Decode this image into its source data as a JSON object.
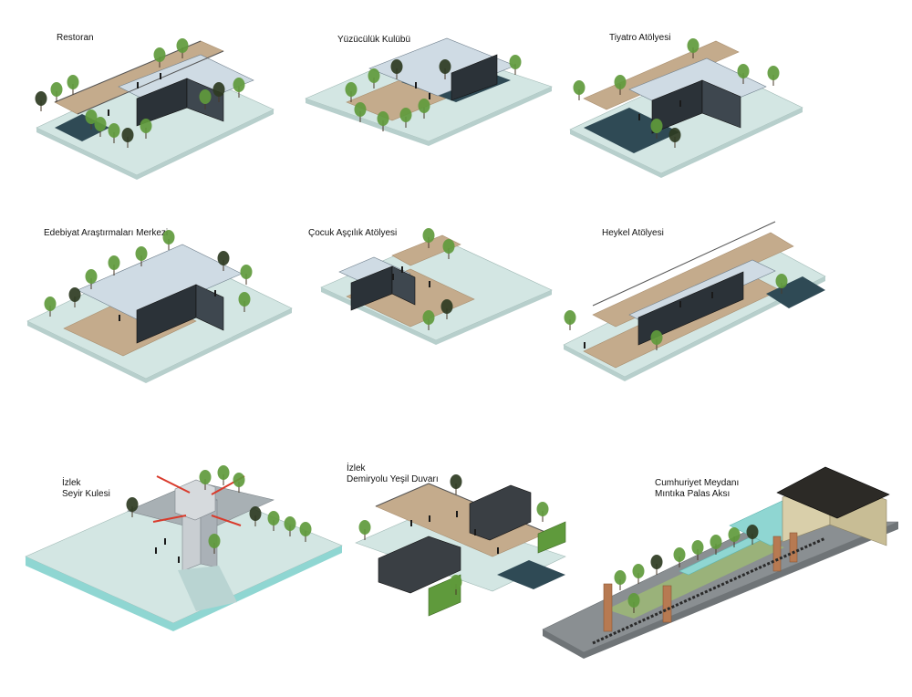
{
  "colors": {
    "ground": "#d3e6e3",
    "ground_side": "#b7cfcc",
    "deck": "#c4ab8c",
    "deck_line": "#a98e6e",
    "glass": "#cfdbe4",
    "glass_line": "#6f7f8c",
    "dark_box": "#2b3238",
    "water": "#2f4a55",
    "tree_light": "#5f9a3c",
    "tree_dark": "#2e3b22",
    "pavement": "#8a8f92",
    "brick": "#b77a52",
    "building_roof": "#2c2a26",
    "building_wall": "#d9cfaa",
    "arrow": "#d93a2b",
    "aqua": "#8fd6d2"
  },
  "panels": [
    {
      "id": "restoran",
      "title_lines": [
        "Restoran"
      ]
    },
    {
      "id": "yuzuculuk",
      "title_lines": [
        "Yüzücülük Kulübü"
      ]
    },
    {
      "id": "tiyatro",
      "title_lines": [
        "Tiyatro Atölyesi"
      ]
    },
    {
      "id": "edebiyat",
      "title_lines": [
        "Edebiyat Araştırmaları Merkezi"
      ]
    },
    {
      "id": "cocuk",
      "title_lines": [
        "Çocuk Aşçılık Atölyesi"
      ]
    },
    {
      "id": "heykel",
      "title_lines": [
        "Heykel Atölyesi"
      ]
    },
    {
      "id": "seyir",
      "title_lines": [
        "İzlek",
        "Seyir Kulesi"
      ]
    },
    {
      "id": "demiryolu",
      "title_lines": [
        "İzlek",
        "Demiryolu Yeşil Duvarı"
      ]
    },
    {
      "id": "cumhuriyet",
      "title_lines": [
        "Cumhuriyet Meydanı",
        "Mıntıka Palas Aksı"
      ]
    }
  ]
}
